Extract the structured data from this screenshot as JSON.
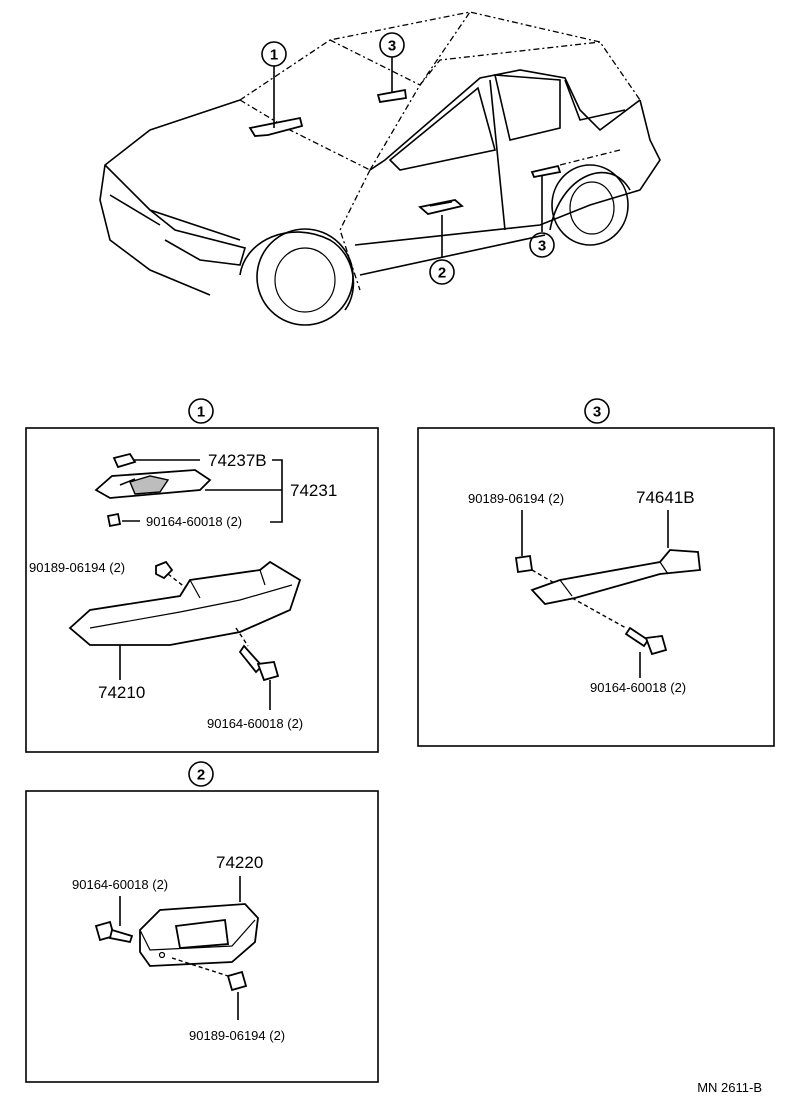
{
  "overview": {
    "callouts": [
      "1",
      "3",
      "2",
      "3"
    ]
  },
  "sections": [
    {
      "id": "1",
      "parts": {
        "cap": "74237B",
        "bracket": "74231",
        "screw_small": "90164-60018 (2)",
        "clip": "90189-06194 (2)",
        "handle": "74210",
        "screw_big": "90164-60018 (2)"
      }
    },
    {
      "id": "3",
      "parts": {
        "clip": "90189-06194 (2)",
        "handle": "74641B",
        "screw": "90164-60018 (2)"
      }
    },
    {
      "id": "2",
      "parts": {
        "screw": "90164-60018 (2)",
        "handle": "74220",
        "clip": "90189-06194 (2)"
      }
    }
  ],
  "footer": {
    "code": "MN 2611-B"
  }
}
